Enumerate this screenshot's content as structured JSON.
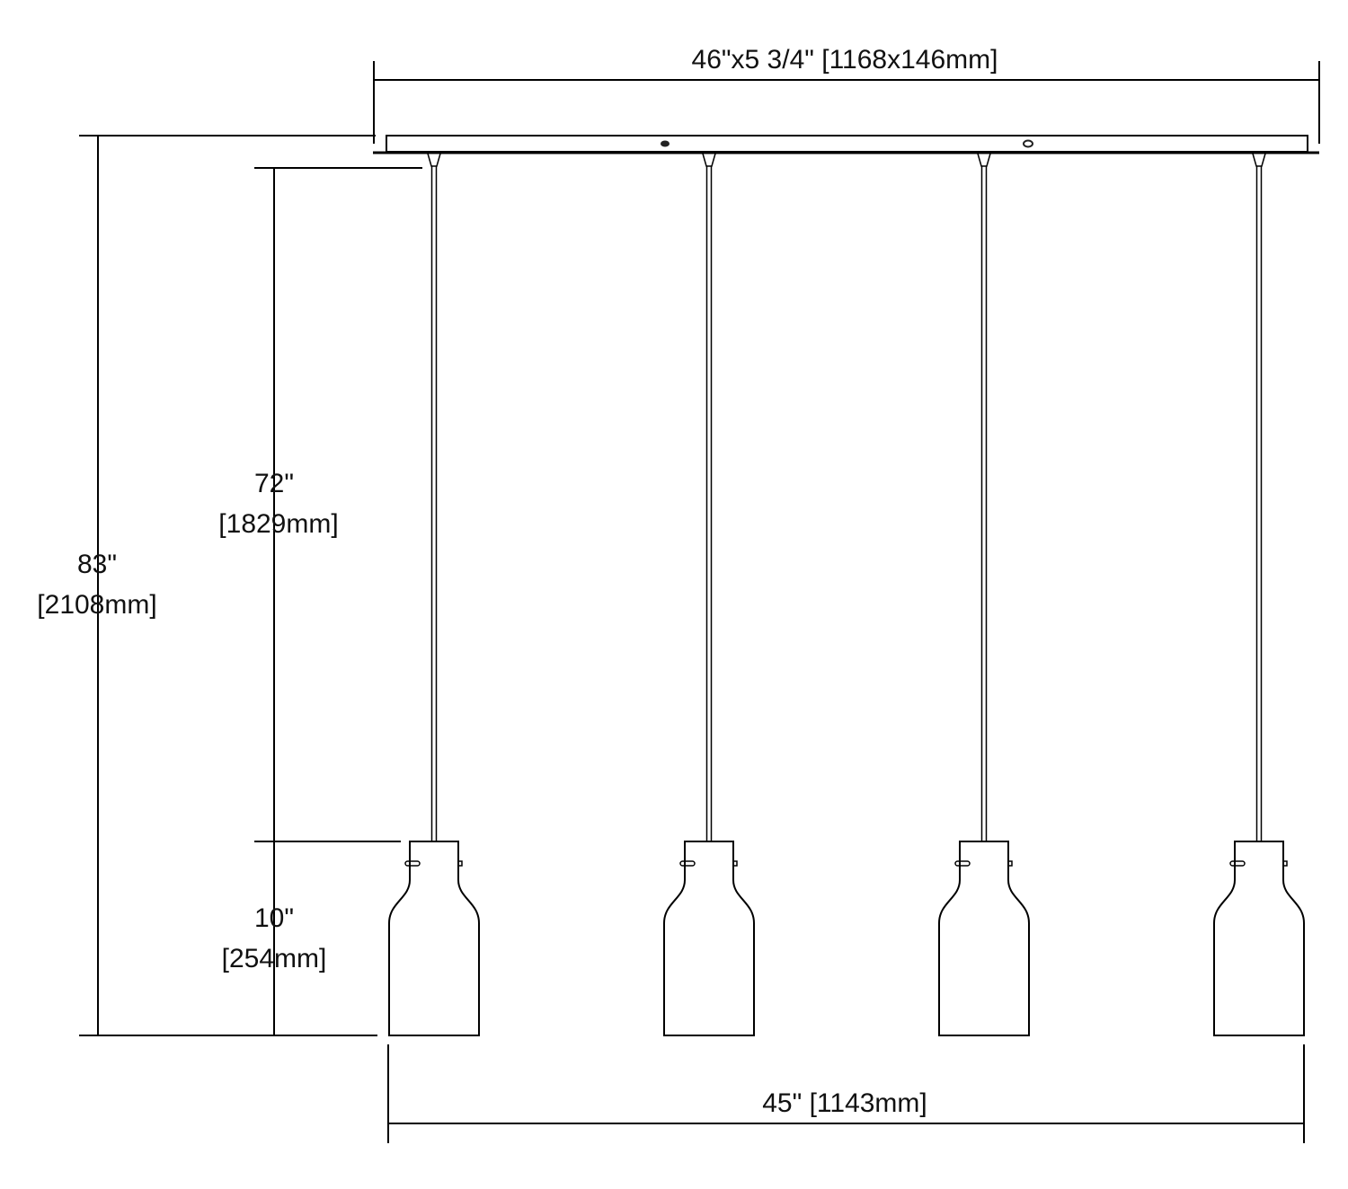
{
  "dimensions": {
    "canopy": "46\"x5 3/4\" [1168x146mm]",
    "overall_height_in": "83\"",
    "overall_height_mm": "[2108mm]",
    "cord_length_in": "72\"",
    "cord_length_mm": "[1829mm]",
    "shade_height_in": "10\"",
    "shade_height_mm": "[254mm]",
    "span_width": "45\" [1143mm]"
  },
  "pendant_count": 4
}
